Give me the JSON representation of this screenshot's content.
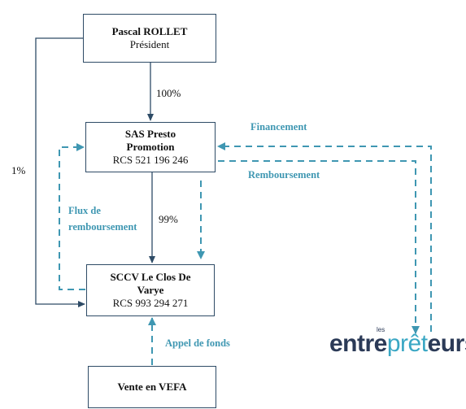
{
  "nodes": {
    "president": {
      "name": "Pascal ROLLET",
      "role": "Président"
    },
    "sas": {
      "name": "SAS Presto Promotion",
      "rcs": "RCS 521 196 246"
    },
    "sccv": {
      "name": "SCCV Le Clos De Varye",
      "rcs": "RCS 993 294 271"
    },
    "vente": {
      "name": "Vente en VEFA"
    }
  },
  "edges": {
    "ownership_sas": "100%",
    "ownership_sccv": "99%",
    "ownership_direct": "1%",
    "financement": "Financement",
    "remboursement": "Remboursement",
    "flux_line1": "Flux de",
    "flux_line2": "remboursement",
    "appel": "Appel de fonds"
  },
  "logo": {
    "part1": "entre",
    "part2": "prêt",
    "part3": "eurs",
    "small": "les"
  },
  "colors": {
    "solid_arrow": "#2e4b66",
    "dashed_arrow": "#3f97b2",
    "box_border": "#2e4b66"
  }
}
